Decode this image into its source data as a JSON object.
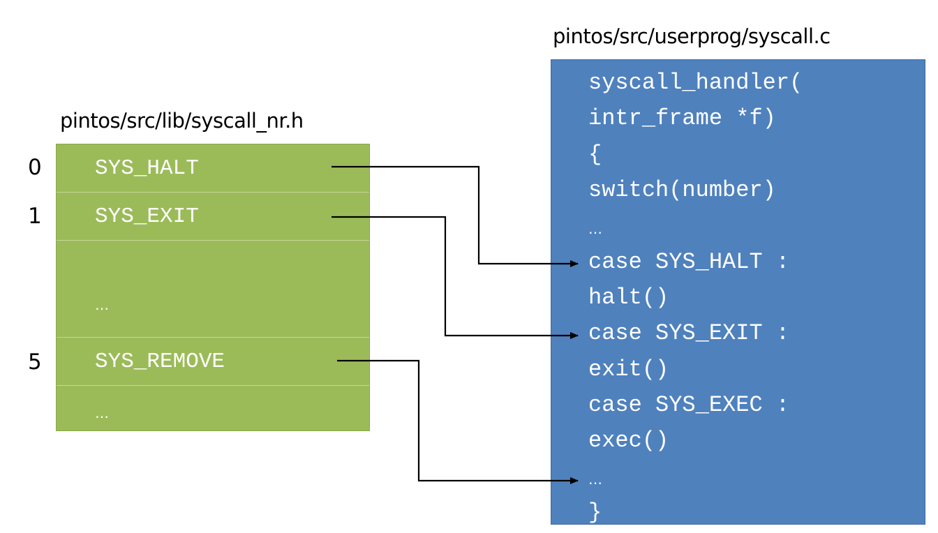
{
  "left_title": "pintos/src/lib/syscall_nr.h",
  "right_title": "pintos/src/userprog/syscall.c",
  "table": {
    "rows": [
      {
        "index": "0",
        "label": "SYS_HALT"
      },
      {
        "index": "1",
        "label": "SYS_EXIT"
      },
      {
        "index": "",
        "label": "…"
      },
      {
        "index": "5",
        "label": "SYS_REMOVE"
      },
      {
        "index": "",
        "label": "…"
      }
    ]
  },
  "code": {
    "lines": [
      "syscall_handler(",
      "intr_frame *f)",
      "{",
      "switch(number)",
      "…",
      "case SYS_HALT :",
      "halt()",
      "case SYS_EXIT :",
      "exit()",
      "case SYS_EXEC :",
      "exec()",
      "…",
      "}"
    ]
  },
  "colors": {
    "table_fill": "#9bbb59",
    "code_fill": "#4f81bd",
    "arrow": "#000000"
  }
}
